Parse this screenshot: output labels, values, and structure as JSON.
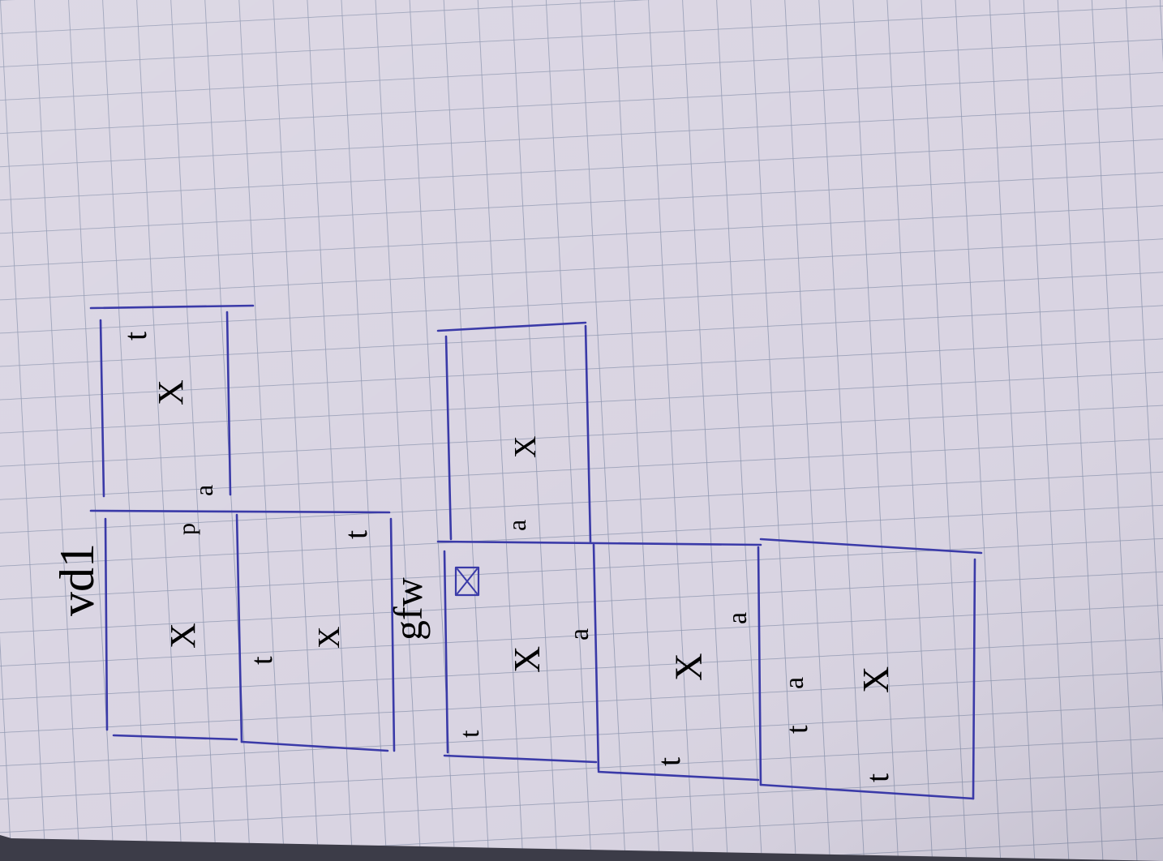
{
  "photo": {
    "paper_color": "#d9d4e2",
    "grid_color": "#8f97b0",
    "ink_color": "#3a3aa8",
    "shadow_color": "#3c3c48"
  },
  "handwriting": {
    "heading_1": "vd1",
    "heading_2": "gfw",
    "cell_marks": [
      "X",
      "t",
      "a",
      "p",
      "X",
      "t",
      "X",
      "t",
      "X",
      "a",
      "X",
      "a",
      "t",
      "X",
      "a",
      "t",
      "X",
      "a",
      "t",
      "t"
    ]
  }
}
